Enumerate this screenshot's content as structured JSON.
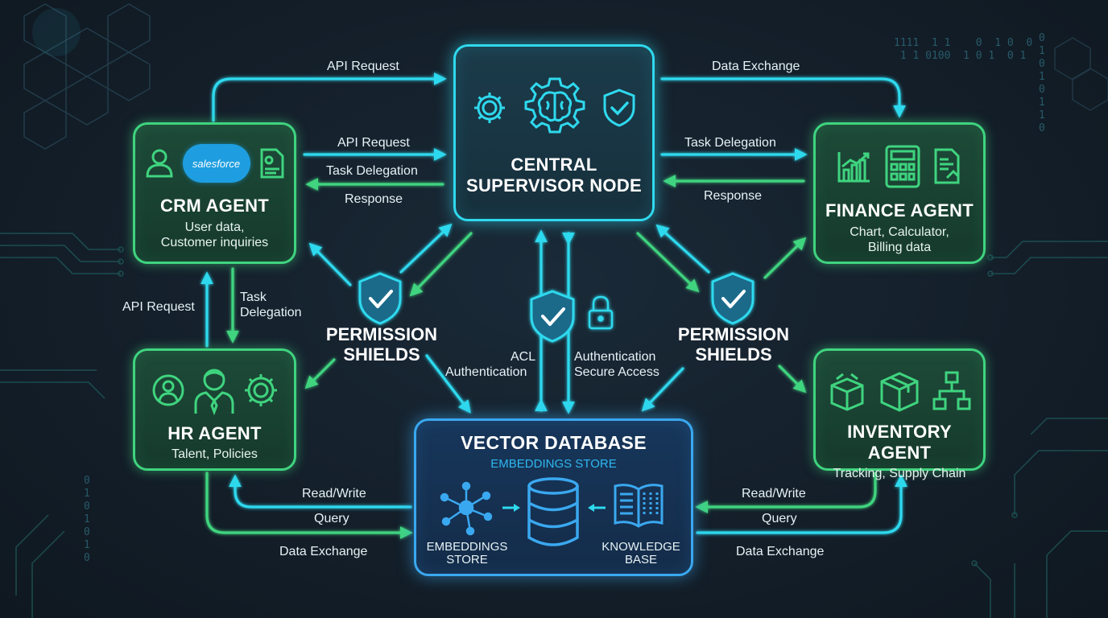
{
  "colors": {
    "green": "#3fd47f",
    "cyan": "#2fd9ee",
    "blue": "#3aa8f0",
    "background": "#141f2a"
  },
  "central": {
    "title_line1": "CENTRAL",
    "title_line2": "SUPERVISOR NODE",
    "icons": [
      "gear-icon",
      "brain-gear-icon",
      "shield-check-icon"
    ]
  },
  "crm": {
    "title": "CRM AGENT",
    "sub_line1": "User data,",
    "sub_line2": "Customer inquiries",
    "brand": "salesforce",
    "icons": [
      "user-icon",
      "salesforce-cloud-icon",
      "document-icon"
    ]
  },
  "finance": {
    "title": "FINANCE AGENT",
    "sub_line1": "Chart, Calculator,",
    "sub_line2": "Billing data",
    "icons": [
      "bar-chart-icon",
      "calculator-icon",
      "invoice-icon"
    ]
  },
  "hr": {
    "title": "HR AGENT",
    "sub_line1": "Talent, Policies",
    "icons": [
      "user-circle-icon",
      "employee-icon",
      "gear-icon"
    ]
  },
  "inventory": {
    "title": "INVENTORY AGENT",
    "sub_line1": "Tracking, Supply Chain",
    "icons": [
      "open-box-icon",
      "box-icon",
      "boxes-network-icon"
    ]
  },
  "vector_db": {
    "title": "VECTOR DATABASE",
    "subtitle": "EMBEDDINGS STORE",
    "left_label_line1": "EMBEDDINGS",
    "left_label_line2": "STORE",
    "right_label_line1": "KNOWLEDGE",
    "right_label_line2": "BASE",
    "icons": [
      "network-nodes-icon",
      "database-icon",
      "book-icon"
    ]
  },
  "shields": {
    "left_line1": "PERMISSION",
    "left_line2": "SHIELDS",
    "right_line1": "PERMISSION",
    "right_line2": "SHIELDS",
    "icons": [
      "shield-check-icon",
      "lock-icon"
    ]
  },
  "labels": {
    "top_left_api": "API Request",
    "top_right_data": "Data Exchange",
    "crm_api": "API Request",
    "crm_task": "Task Delegation",
    "crm_response": "Response",
    "fin_task": "Task Delegation",
    "fin_response": "Response",
    "crm_hr_api": "API Request",
    "crm_hr_task_line1": "Task",
    "crm_hr_task_line2": "Delegation",
    "acl_line1": "ACL",
    "acl_line2": "Authentication",
    "auth_line1": "Authentication",
    "auth_line2": "Secure Access",
    "hr_readwrite": "Read/Write",
    "hr_query": "Query",
    "hr_data": "Data Exchange",
    "inv_readwrite": "Read/Write",
    "inv_query": "Query",
    "inv_data": "Data Exchange"
  },
  "background_digits": {
    "block1": "1111  1 1    0  1 0  0\n 1 1 0100  1 0 1  0 1",
    "block2": "0\n1\n0\n1\n0\n1\n1\n0",
    "block3": "0\n1\n0\n1\n0\n1\n0"
  }
}
